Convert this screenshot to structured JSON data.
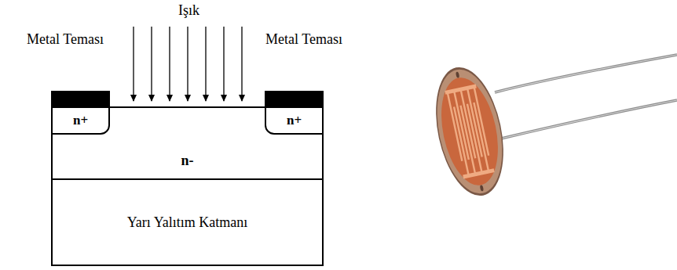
{
  "diagram": {
    "nodes": [
      {
        "text": [
          "Metal Teması"
        ]
      },
      {
        "text": [
          "Metal Teması"
        ]
      },
      {
        "text": [
          "n-"
        ]
      },
      {
        "text": [
          "n+"
        ],
        "in": 2
      },
      {
        "text": [
          "n+"
        ],
        "in": 2
      },
      {
        "text": [
          "Yarı Yalıtım Katmanı"
        ]
      }
    ],
    "edges": [],
    "labels": [
      "Işık"
    ]
  }
}
